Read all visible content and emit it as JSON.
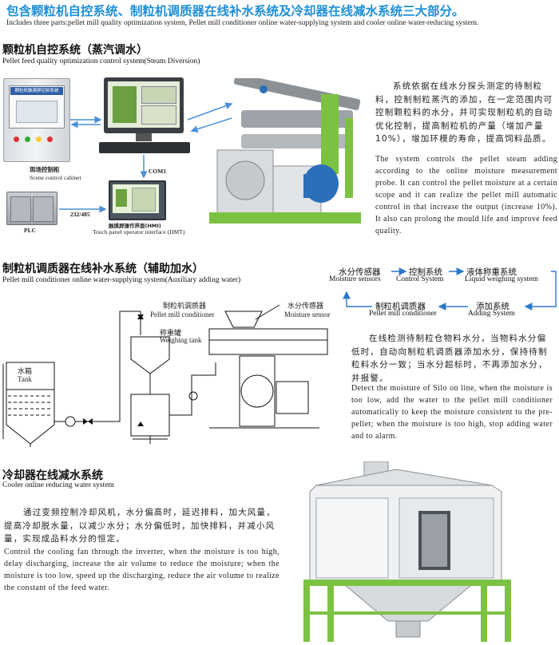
{
  "header": {
    "title": "包含颗粒机自控系统、制粒机调质器在线补水系统及冷却器在线减水系统三大部分。",
    "subtitle": "Includes three parts:pellet mill quality optimization system, Pellet mill conditioner online water-supplying system and cooler online water-reducing system."
  },
  "section1": {
    "title_cn": "颗粒机自控系统（蒸汽调水）",
    "title_en": "Pellet feed quality optimization control system(Steam Diversion)",
    "cabinet_header": "颗粒机触摸屏控制系统",
    "cabinet_label_cn": "现场控制柜",
    "cabinet_label_en": "Scene control cabinet",
    "plc_label": "PLC",
    "rs_label": "232/485",
    "com_label": "COM1",
    "hmi_label_cn": "触摸屏操作界面(HMI)",
    "hmi_label_en": "Touch panel operator interface (HMT)",
    "desc_cn": "系统依据在线水分探头测定的待制粒料，控制制粒蒸汽的添加，在一定范围内可控制颗粒料的水分，并可实现制粒机的自动优化控制，提高制粒机的产量（增加产量10%），增加环模的寿命，提高饲料品质。",
    "desc_en": "The system controls the pellet steam adding according to the online moisture measurement probe. It can control the pellet moisture at a certain scope and it can realize the pellet mill automatic control in that increase the output (increase 10%). It also can prolong the mould life and improve feed quality."
  },
  "section2": {
    "title_cn": "制粒机调质器在线补水系统（辅助加水）",
    "title_en": "Pellet mill conditioner online water-supplying system(Auxiliary adding water)",
    "tank_cn": "水箱",
    "tank_en": "Tank",
    "weigh_cn": "称重罐",
    "weigh_en": "Weighing tank",
    "cond_cn": "制粒机调质器",
    "cond_en": "Pellet mill conditioner",
    "sensor_cn": "水分传感器",
    "sensor_en": "Moisture sensor",
    "flow": [
      {
        "cn": "水分传感器",
        "en": "Moisture sensors"
      },
      {
        "cn": "控制系统",
        "en": "Control System"
      },
      {
        "cn": "液体称重系统",
        "en": "Liquid weighing system"
      },
      {
        "cn": "添加系统",
        "en": "Adding System"
      },
      {
        "cn": "制粒机调质器",
        "en": "Pellet mill conditioner"
      }
    ],
    "desc_cn": "在线检测待制粒仓物料水分，当物料水分偏低时，自动向制粒机调质器添加水分，保持待制粒料水分一致；当水分超标时，不再添加水分，并报警。",
    "desc_en": "Detect the moisture of Silo on line, when the moisture is too low, add the water to the pellet mill conditioner automatically to keep the moisture consistent to the pre-pellet; when the moisture is too high, stop adding water and to alarm."
  },
  "section3": {
    "title_cn": "冷却器在线减水系统",
    "title_en": "Cooler online reducing water system",
    "desc_cn": "通过变频控制冷却风机，水分偏高时，延迟排料，加大风量，提高冷却脱水量，以减少水分；水分偏低时，加快排料，并减小风量，实现成品料水分的恒定。",
    "desc_en": "Control the cooling fan through the inverter, when the moisture is too high, delay discharging, increase the air volume to reduce the moisture; when the moisture is too low, speed up the discharging, reduce the air volume to realize the constant of the feed water."
  },
  "colors": {
    "title_blue": "#1e8fd6",
    "arrow_blue": "#4a90d9",
    "machine_green": "#7cc242",
    "machine_blue": "#2b6fb8"
  }
}
